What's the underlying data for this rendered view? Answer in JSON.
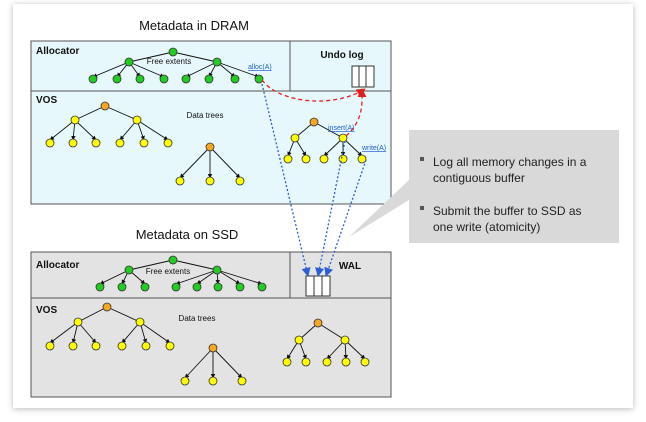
{
  "dram": {
    "title": "Metadata in DRAM",
    "allocator_label": "Allocator",
    "free_extents_label": "Free extents",
    "undo_log_label": "Undo log",
    "vos_label": "VOS",
    "data_trees_label": "Data trees",
    "alloc_link": "alloc(A)",
    "insert_link": "insert(A)",
    "write_link": "write(A)"
  },
  "ssd": {
    "title": "Metadata on SSD",
    "allocator_label": "Allocator",
    "free_extents_label": "Free extents",
    "wal_label": "WAL",
    "vos_label": "VOS",
    "data_trees_label": "Data trees"
  },
  "callout": {
    "bullets": [
      {
        "line1": "Log all memory changes in a",
        "line2": "contiguous buffer"
      },
      {
        "line1": "Submit the buffer to SSD as",
        "line2": "one write (atomicity)"
      }
    ]
  },
  "colors": {
    "dram_fill": "#e6f8fc",
    "ssd_fill": "#e3e3e3",
    "green_node": "#22cc22",
    "yellow_node": "#ffff00",
    "orange_node": "#f5a623",
    "red_arrow": "#e02020",
    "blue_arrow": "#2d5fd0",
    "callout_fill": "#d9d9d9"
  }
}
